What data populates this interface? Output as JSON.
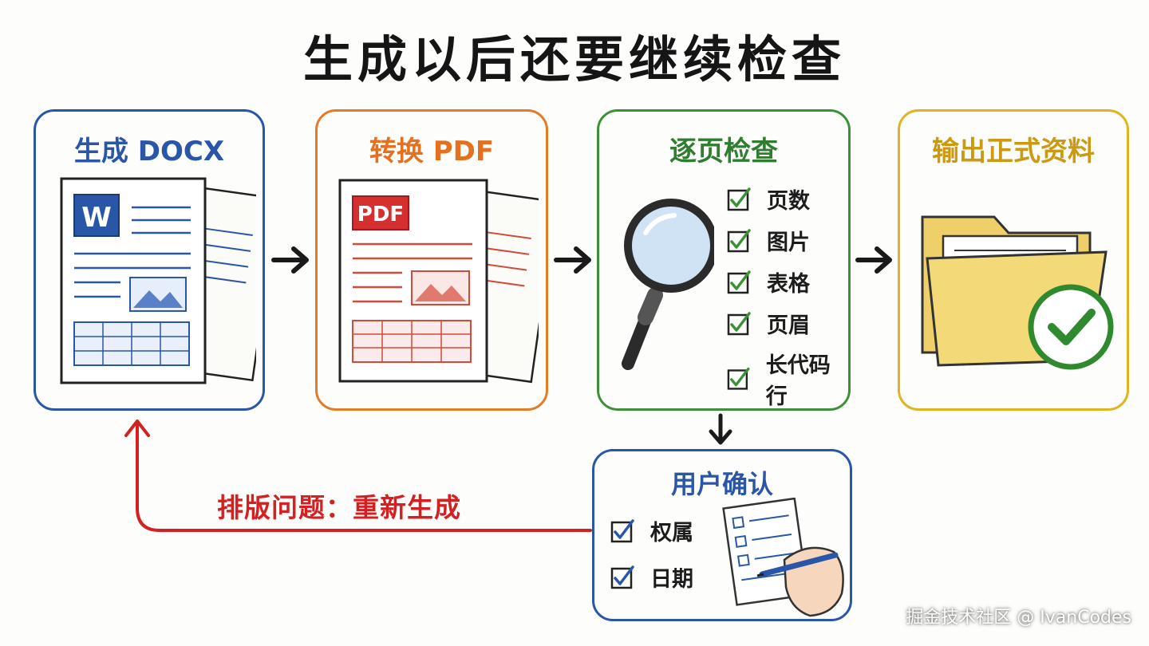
{
  "title": "生成以后还要继续检查",
  "stages": [
    {
      "label": "生成 DOCX",
      "badge": "W",
      "color": "#2a56a8"
    },
    {
      "label": "转换 PDF",
      "badge": "PDF",
      "color": "#e57b26"
    },
    {
      "label": "逐页检查",
      "color": "#3c9138",
      "checks": [
        "页数",
        "图片",
        "表格",
        "页眉",
        "长代码行"
      ]
    },
    {
      "label": "输出正式资料",
      "color": "#e0b321"
    }
  ],
  "confirm": {
    "label": "用户确认",
    "checks": [
      "权属",
      "日期"
    ],
    "color": "#2a56a8"
  },
  "loop_label": "排版问题：重新生成",
  "loop_color": "#d42020",
  "watermark": "掘金技术社区 @ IvanCodes"
}
